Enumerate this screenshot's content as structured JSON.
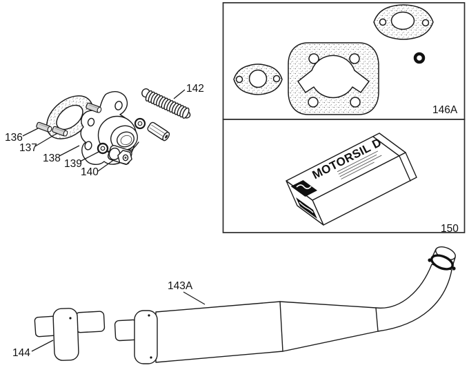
{
  "diagram": {
    "colors": {
      "background": "#ffffff",
      "ink": "#1a1a1a"
    },
    "parts": {
      "stud": {
        "callout": "136"
      },
      "flange_gasket": {
        "callout": "137"
      },
      "exhaust_flange": {
        "callout": "138"
      },
      "washer": {
        "callout": "139"
      },
      "nut": {
        "callout": "140"
      },
      "spring": {
        "callout": "142"
      },
      "exhaust_silencer": {
        "callout": "143A"
      },
      "silencer_end_piece": {
        "callout": "144"
      },
      "gasket_set": {
        "callout": "146A"
      },
      "gasket_sealant": {
        "callout": "150",
        "product_name": "MOTORSIL D"
      }
    }
  }
}
